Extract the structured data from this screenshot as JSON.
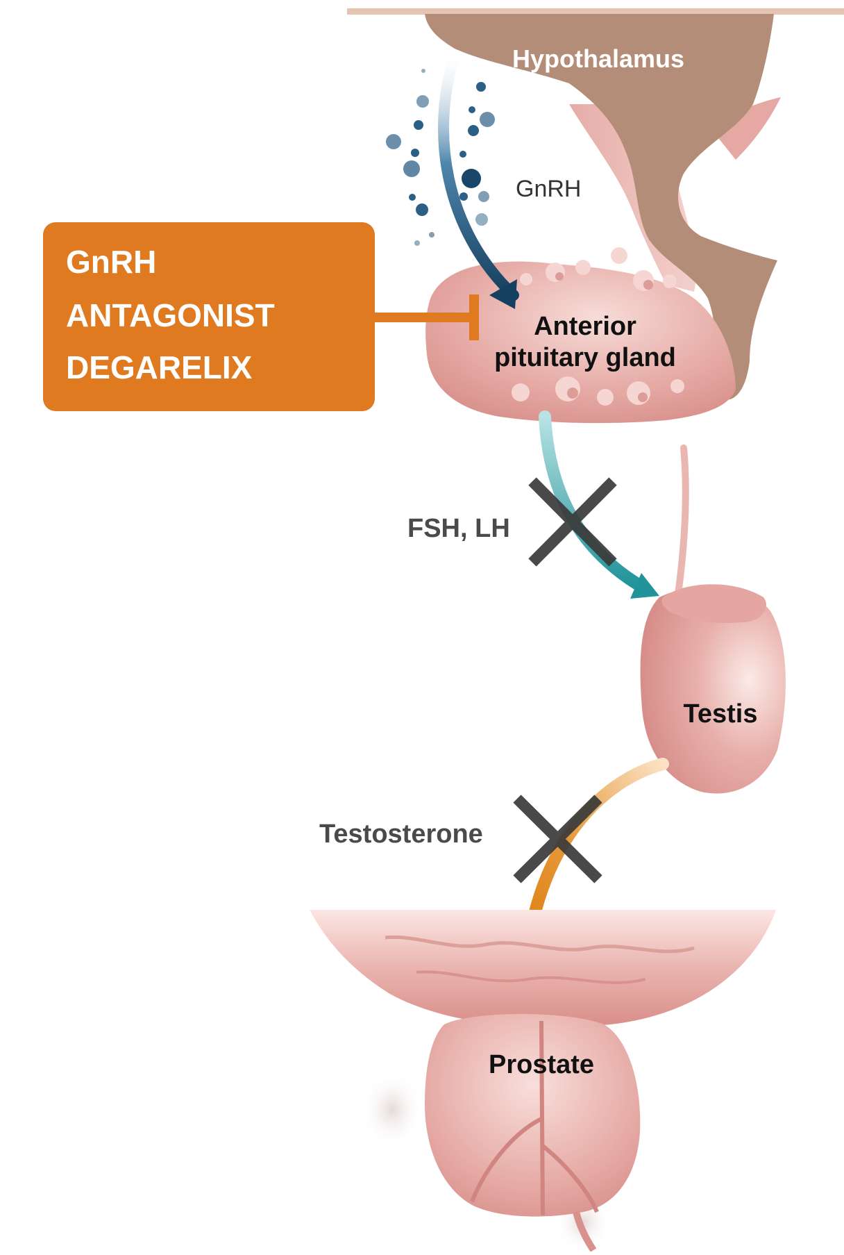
{
  "labels": {
    "hypothalamus": "Hypothalamus",
    "gnrh": "GnRH",
    "pituitary_line1": "Anterior",
    "pituitary_line2": "pituitary gland",
    "fsh_lh": "FSH, LH",
    "testis": "Testis",
    "testosterone": "Testosterone",
    "prostate": "Prostate"
  },
  "drug_box": {
    "line1": "GnRH",
    "line2": "ANTAGONIST",
    "line3": "DEGARELIX"
  },
  "colors": {
    "tissue": "#dc9a96",
    "tissue_light": "#f2c9c4",
    "hypothalamus": "#b48d78",
    "gnrh_arrow": "#1f4e72",
    "fsh_arrow": "#2a9aa0",
    "testosterone_arrow": "#e08a1e",
    "drug_box": "#df7a20",
    "block_cross": "#3a3a3a"
  }
}
